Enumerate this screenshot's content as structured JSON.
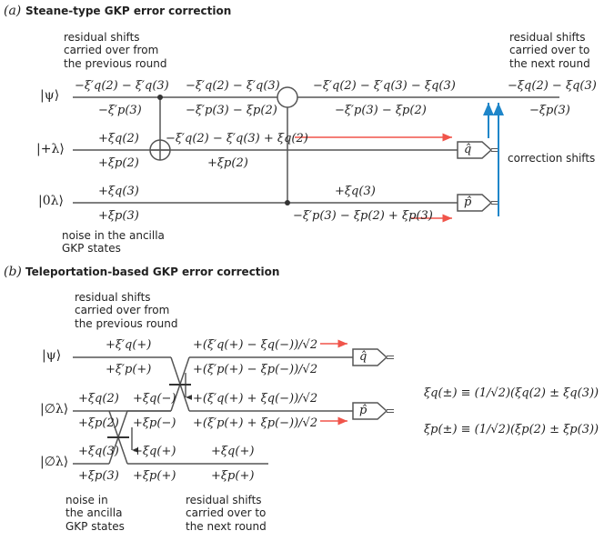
{
  "panel_a": {
    "tag": "(a)",
    "title": "Steane-type GKP error correction",
    "note_prev": "residual shifts\ncarried over from\nthe previous round",
    "note_next": "residual shifts\ncarried over to\nthe next round",
    "note_noise": "noise in the ancilla\nGKP states",
    "note_correction": "correction shifts",
    "state_psi": "|ψ⟩",
    "state_plus": "|+λ⟩",
    "state_zero": "|0λ⟩",
    "psi_q_in": "−ξ′q(2) − ξ′q(3)",
    "psi_p_in": "−ξ′p(3)",
    "plus_q_in": "+ξq(2)",
    "plus_p_in": "+ξp(2)",
    "zero_q_in": "+ξq(3)",
    "zero_p_in": "+ξp(3)",
    "psi_q_mid": "−ξ′q(2) − ξ′q(3)",
    "psi_p_mid": "−ξ′p(3) − ξp(2)",
    "plus_q_mid": "−ξ′q(2) − ξ′q(3) + ξq(2)",
    "plus_p_mid": "+ξp(2)",
    "psi_q_mid2": "−ξ′q(2) − ξ′q(3) − ξq(3)",
    "psi_p_mid2": "−ξ′p(3) − ξp(2)",
    "zero_q_mid2": "+ξq(3)",
    "zero_p_mid2": "−ξ′p(3) − ξp(2) + ξp(3)",
    "psi_q_out": "−ξq(2) − ξq(3)",
    "psi_p_out": "−ξp(3)",
    "meas_q": "q̂",
    "meas_p": "p̂"
  },
  "panel_b": {
    "tag": "(b)",
    "title": "Teleportation-based GKP error correction",
    "note_prev": "residual shifts\ncarried over from\nthe previous round",
    "note_noise": "noise in\nthe ancilla\nGKP states",
    "note_next": "residual shifts\ncarried over to\nthe next round",
    "state_psi": "|ψ⟩",
    "state_empty1": "|∅λ⟩",
    "state_empty2": "|∅λ⟩",
    "psi_q_in": "+ξ′q(+)",
    "psi_p_in": "+ξ′p(+)",
    "e1_q_in": "+ξq(2)",
    "e1_p_in": "+ξp(2)",
    "e2_q_in": "+ξq(3)",
    "e2_p_in": "+ξp(3)",
    "e1_q_mid": "+ξq(−)",
    "e1_p_mid": "+ξp(−)",
    "e2_q_mid": "+ξq(+)",
    "e2_p_mid": "+ξp(+)",
    "out1_q": "+(ξ′q(+) − ξq(−))/√2",
    "out1_p": "+(ξ′p(+) − ξp(−))/√2",
    "out2_q": "+(ξ′q(+) + ξq(−))/√2",
    "out2_p": "+(ξ′p(+) + ξp(−))/√2",
    "out3_q": "+ξq(+)",
    "out3_p": "+ξp(+)",
    "meas_q": "q̂",
    "meas_p": "p̂",
    "def_q": "ξq(±) ≡ (1/√2)(ξq(2) ± ξq(3))",
    "def_p": "ξp(±) ≡ (1/√2)(ξp(2) ± ξp(3))"
  },
  "colors": {
    "wire": "#555555",
    "red_arrow": "#f0544a",
    "blue_arrow": "#1f86c9"
  }
}
